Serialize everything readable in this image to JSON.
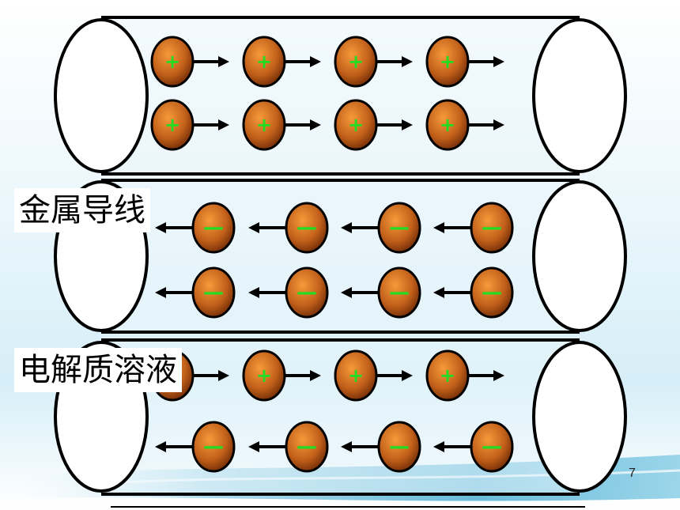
{
  "labels": {
    "metal_wire": "金属导线",
    "electrolyte_solution": "电解质溶液"
  },
  "page_number": "7",
  "ion_symbols": {
    "positive": "+",
    "negative": "—"
  },
  "colors": {
    "ion_fill_center": "#e8842a",
    "ion_fill_edge": "#6e2a06",
    "sign_color": "#22dd22",
    "outline": "#000000",
    "tube_fill": "#eaf6fb",
    "sky_top": "#ffffff",
    "sky_mid": "#dff1f8",
    "water": "#5fb8d8"
  },
  "tubes": [
    {
      "name": "metal-wire-tube-top",
      "rows": [
        {
          "charge": "positive",
          "direction": "right",
          "count": 4
        },
        {
          "charge": "positive",
          "direction": "right",
          "count": 4
        }
      ]
    },
    {
      "name": "metal-wire-tube-middle",
      "rows": [
        {
          "charge": "negative",
          "direction": "left",
          "count": 4
        },
        {
          "charge": "negative",
          "direction": "left",
          "count": 4
        }
      ]
    },
    {
      "name": "electrolyte-tube-bottom",
      "rows": [
        {
          "charge": "positive",
          "direction": "right",
          "count": 4
        },
        {
          "charge": "negative",
          "direction": "left",
          "count": 4
        }
      ]
    }
  ]
}
